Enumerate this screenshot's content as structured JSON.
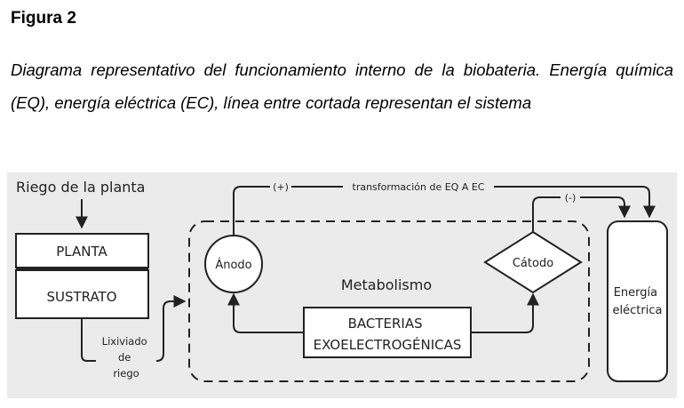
{
  "figure": {
    "label": "Figura 2",
    "caption": "Diagrama representativo del funcionamiento interno de la biobateria. Energía química (EQ), energía eléctrica (EC), línea entre cortada representan el sistema"
  },
  "diagram": {
    "irrigation_label": "Riego de la planta",
    "plant_label": "PLANTA",
    "substrate_label": "SUSTRATO",
    "leachate_lines": [
      "Lixiviado",
      "de",
      "riego"
    ],
    "anode_label": "Ánodo",
    "cathode_label": "Cátodo",
    "metabolism_label": "Metabolismo",
    "bacteria_lines": [
      "BACTERIAS",
      "EXOELECTROGÉNICAS"
    ],
    "energy_lines": [
      "Energía",
      "eléctrica"
    ],
    "positive_label": "(+)",
    "negative_label": "(-)",
    "transformation_label": "transformación de EQ A EC",
    "colors": {
      "background": "#ebebeb",
      "stroke": "#222222",
      "box_fill": "#ffffff"
    }
  }
}
